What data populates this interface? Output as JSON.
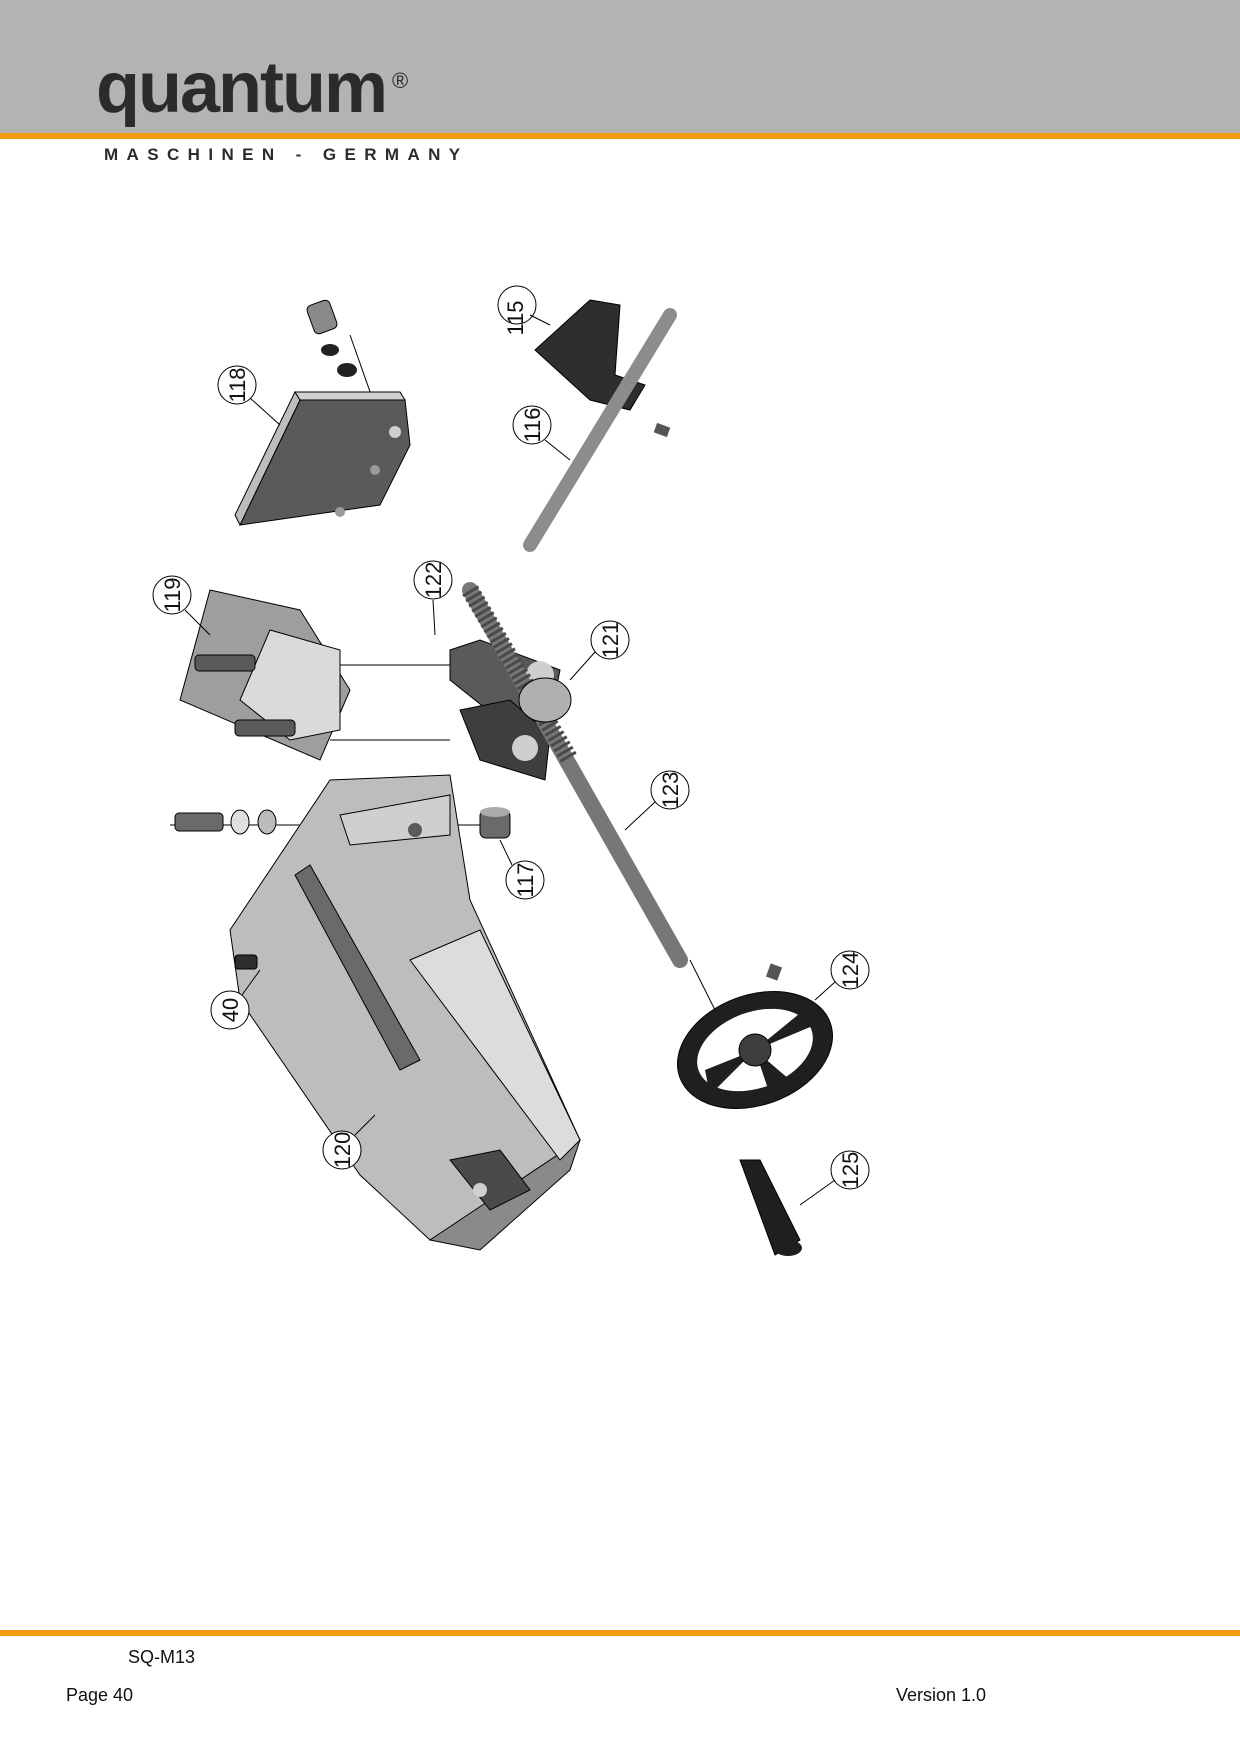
{
  "header": {
    "brand": "quantum",
    "registered_mark": "®",
    "tagline": "MASCHINEN - GERMANY"
  },
  "diagram": {
    "part_labels": [
      "115",
      "116",
      "118",
      "119",
      "122",
      "121",
      "123",
      "117",
      "40",
      "120",
      "124",
      "125"
    ]
  },
  "footer": {
    "model": "SQ-M13",
    "page": "Page 40",
    "version": "Version 1.0"
  },
  "colors": {
    "header_band": "#b3b3b3",
    "accent_orange": "#f39c12",
    "part_dark": "#2e2e2e",
    "part_mid": "#8c8c8c",
    "part_light": "#c8c8c8"
  }
}
